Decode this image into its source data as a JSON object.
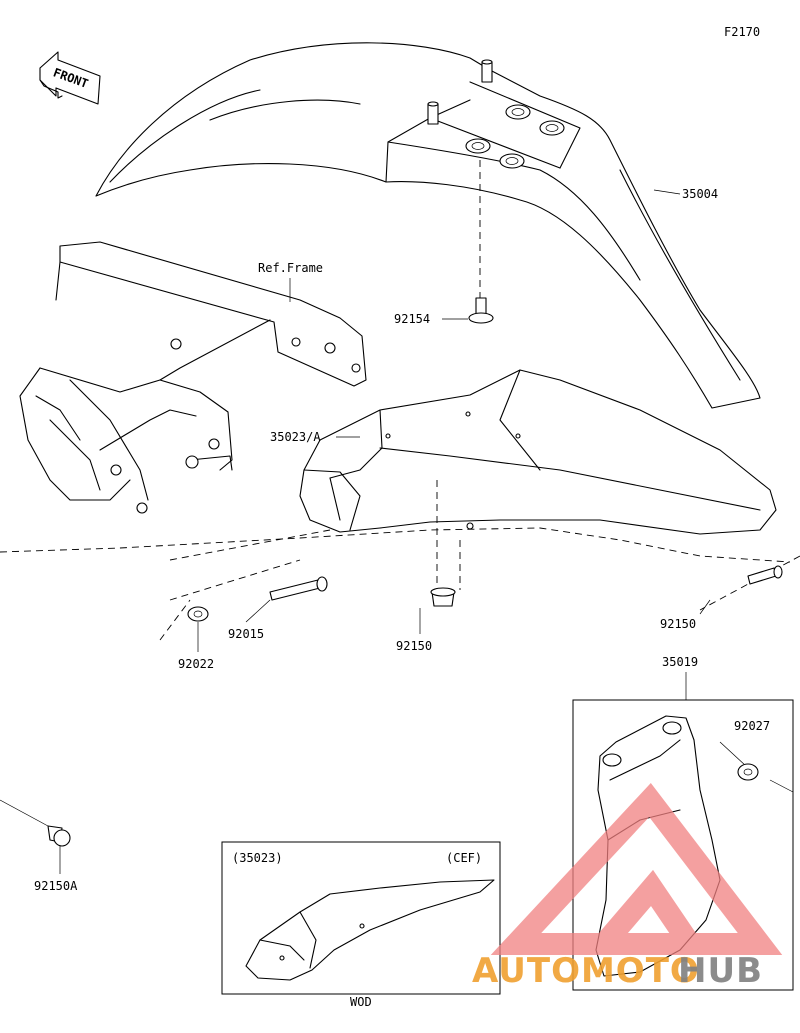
{
  "figure_code": "F2170",
  "front_arrow_label": "FRONT",
  "callouts": {
    "p35004": "35004",
    "ref_frame": "Ref.Frame",
    "p92154": "92154",
    "p35023a": "35023/A",
    "p92015": "92015",
    "p92022": "92022",
    "p92150_mid": "92150",
    "p92150_right": "92150",
    "p35019": "35019",
    "p92027": "92027",
    "p92150a": "92150A"
  },
  "inset": {
    "part_ref": "(35023)",
    "region_code": "(CEF)",
    "color_code": "WOD"
  },
  "watermark": {
    "text_a": "AUTOMOTO",
    "text_b": "HUB",
    "color_a": "#f0a030",
    "color_b": "#808080",
    "logo_color": "#f08080"
  }
}
